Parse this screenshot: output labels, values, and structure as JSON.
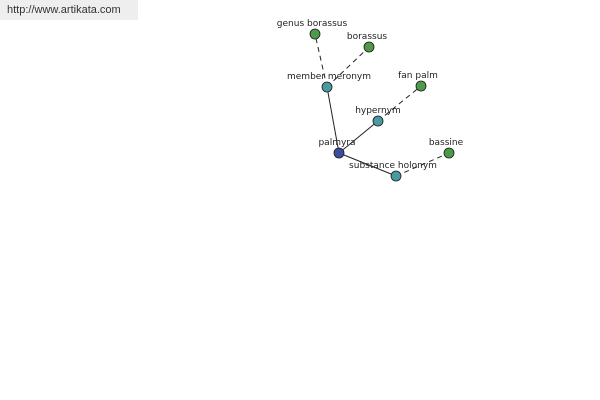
{
  "source_url": "http://www.artikata.com",
  "colors": {
    "center": "#3c4ca0",
    "relation": "#4a9ba0",
    "leaf": "#4d9a48",
    "edge": "#222222"
  },
  "nodes": [
    {
      "id": "palmyra",
      "label": "palmyra",
      "kind": "center"
    },
    {
      "id": "member_meronym",
      "label": "member meronym",
      "kind": "relation"
    },
    {
      "id": "hypernym",
      "label": "hypernym",
      "kind": "relation"
    },
    {
      "id": "substance_holonym",
      "label": "substance holonym",
      "kind": "relation"
    },
    {
      "id": "genus_borassus",
      "label": "genus borassus",
      "kind": "leaf"
    },
    {
      "id": "borassus",
      "label": "borassus",
      "kind": "leaf"
    },
    {
      "id": "fan_palm",
      "label": "fan palm",
      "kind": "leaf"
    },
    {
      "id": "bassine",
      "label": "bassine",
      "kind": "leaf"
    }
  ],
  "edges": [
    {
      "from": "palmyra",
      "to": "member_meronym",
      "style": "solid"
    },
    {
      "from": "palmyra",
      "to": "hypernym",
      "style": "solid"
    },
    {
      "from": "palmyra",
      "to": "substance_holonym",
      "style": "solid"
    },
    {
      "from": "member_meronym",
      "to": "genus_borassus",
      "style": "dashed"
    },
    {
      "from": "member_meronym",
      "to": "borassus",
      "style": "dashed"
    },
    {
      "from": "hypernym",
      "to": "fan_palm",
      "style": "dashed"
    },
    {
      "from": "substance_holonym",
      "to": "bassine",
      "style": "dashed"
    }
  ]
}
